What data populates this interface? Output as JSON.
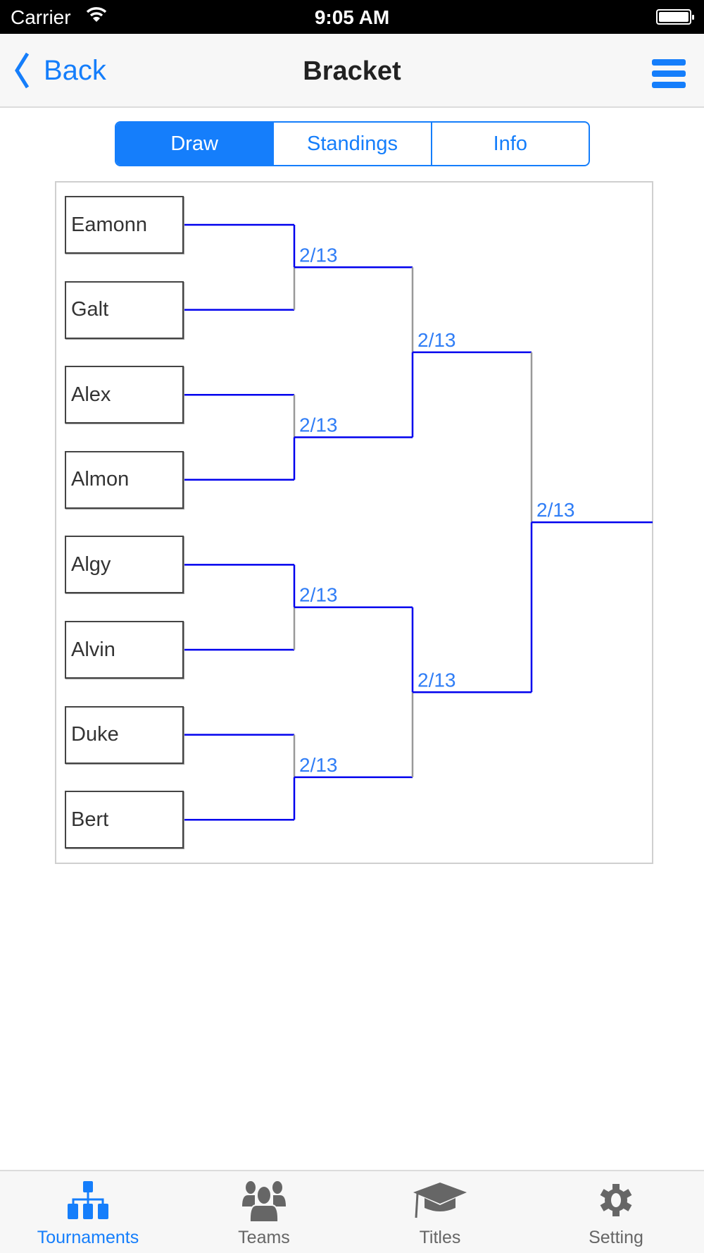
{
  "status_bar": {
    "carrier": "Carrier",
    "time": "9:05 AM"
  },
  "nav": {
    "back_label": "Back",
    "title": "Bracket"
  },
  "segments": [
    {
      "label": "Draw",
      "active": true
    },
    {
      "label": "Standings",
      "active": false
    },
    {
      "label": "Info",
      "active": false
    }
  ],
  "bracket": {
    "players": [
      "Eamonn",
      "Galt",
      "Alex",
      "Almon",
      "Algy",
      "Alvin",
      "Duke",
      "Bert"
    ],
    "colors": {
      "winner_line": "#0000ee",
      "loser_line": "#999999",
      "date_text": "#2f7df6"
    },
    "rounds": [
      [
        {
          "date": "2/13",
          "winner": "top"
        },
        {
          "date": "2/13",
          "winner": "bottom"
        },
        {
          "date": "2/13",
          "winner": "top"
        },
        {
          "date": "2/13",
          "winner": "bottom"
        }
      ],
      [
        {
          "date": "2/13",
          "winner": "bottom"
        },
        {
          "date": "2/13",
          "winner": "top"
        }
      ],
      [
        {
          "date": "2/13",
          "winner": "bottom"
        }
      ]
    ]
  },
  "tabbar": [
    {
      "label": "Tournaments",
      "icon": "sitemap-icon",
      "active": true
    },
    {
      "label": "Teams",
      "icon": "users-icon",
      "active": false
    },
    {
      "label": "Titles",
      "icon": "graduation-cap-icon",
      "active": false
    },
    {
      "label": "Setting",
      "icon": "gear-icon",
      "active": false
    }
  ]
}
